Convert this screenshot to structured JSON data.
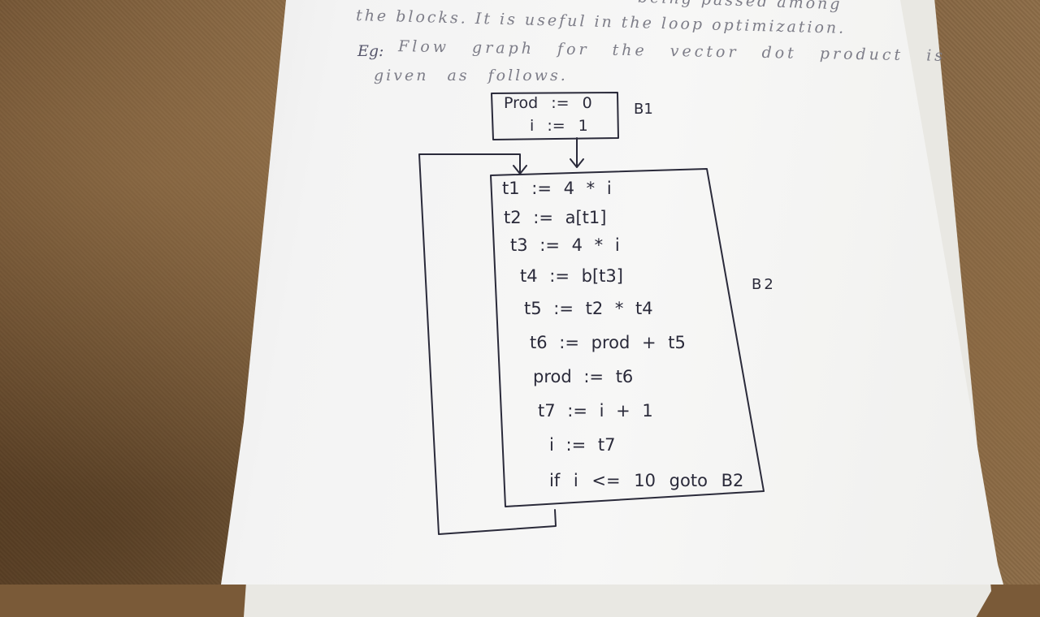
{
  "notes": {
    "line1": "being passed among",
    "line2": "the blocks. It is useful in the loop optimization.",
    "line3_prefix": "Eg:",
    "line3": "Flow graph for the vector dot product is",
    "line4": "given as follows."
  },
  "block_b1": {
    "label": "B1",
    "statements": [
      "Prod := 0",
      "i := 1"
    ]
  },
  "block_b2": {
    "label": "B2",
    "statements": [
      "t1 := 4 * i",
      "t2 := a[t1]",
      "t3 := 4 * i",
      "t4 := b[t3]",
      "t5 := t2 * t4",
      "t6 := prod + t5",
      "prod := t6",
      "t7 := i + 1",
      "i := t7",
      "if i <= 10 goto B2"
    ]
  },
  "colors": {
    "ink": "#2a2a3a",
    "paper": "#f3f3f3",
    "floor": "#7a5a38"
  }
}
